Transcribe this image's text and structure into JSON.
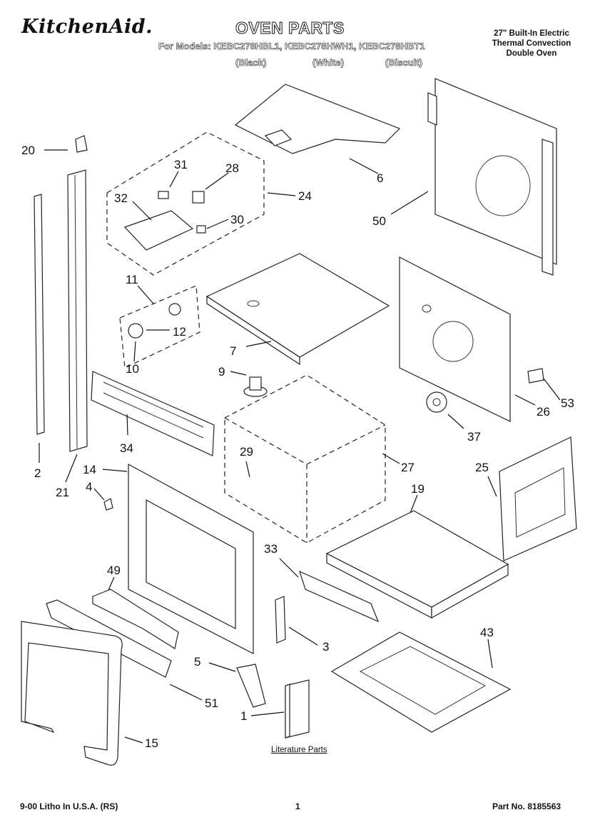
{
  "header": {
    "brand": "KitchenAid.",
    "title": "OVEN PARTS",
    "models_line": "For Models: KEBC278HBL1, KEBC278HWH1, KEBC278HBT1",
    "variants": [
      "(Black)",
      "(White)",
      "(Biscuit)"
    ],
    "description": [
      "27\" Built-In Electric",
      "Thermal Convection",
      "Double Oven"
    ]
  },
  "callouts": [
    "20",
    "31",
    "28",
    "24",
    "32",
    "30",
    "6",
    "50",
    "11",
    "12",
    "10",
    "7",
    "9",
    "53",
    "26",
    "37",
    "34",
    "2",
    "21",
    "14",
    "4",
    "29",
    "27",
    "25",
    "19",
    "33",
    "49",
    "3",
    "43",
    "5",
    "51",
    "15",
    "1"
  ],
  "literature_label": "Literature Parts",
  "footer": {
    "litho": "9-00 Litho In U.S.A. (RS)",
    "page": "1",
    "part_no": "Part No. 8185563"
  }
}
